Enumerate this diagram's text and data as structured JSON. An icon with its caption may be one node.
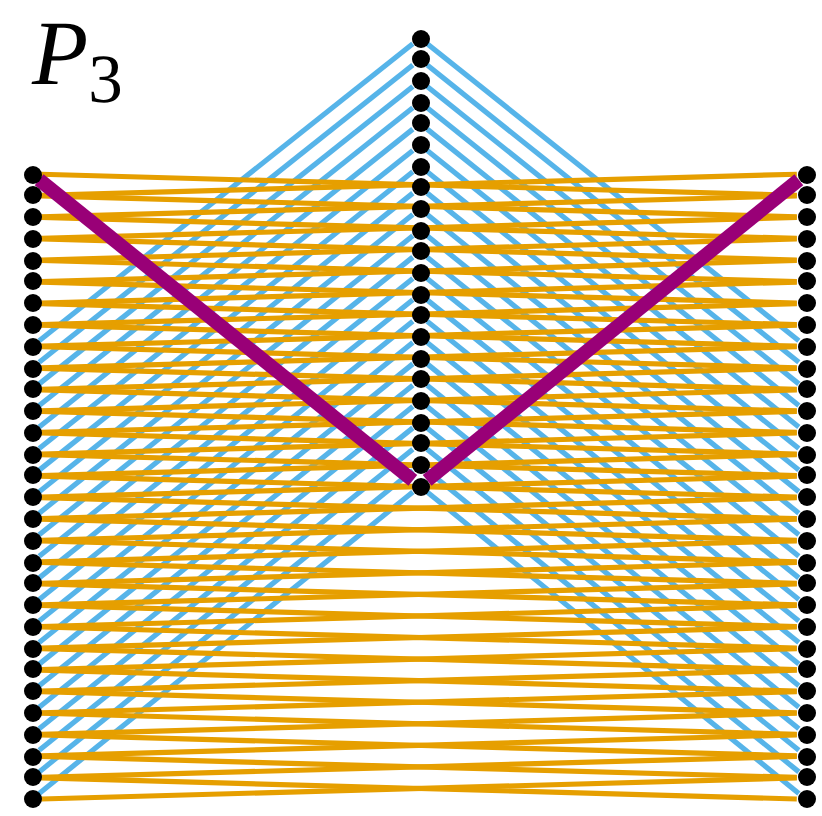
{
  "diagram": {
    "title": "*P*$_{3}$",
    "nodes": [
      {
        "text": [],
        "shape": "circle"
      },
      {
        "text": [],
        "shape": "circle"
      },
      {
        "text": [],
        "shape": "circle"
      },
      {
        "text": [],
        "shape": "circle"
      },
      {
        "text": [],
        "shape": "circle"
      },
      {
        "text": [],
        "shape": "circle"
      },
      {
        "text": [],
        "shape": "circle"
      },
      {
        "text": [],
        "shape": "circle"
      },
      {
        "text": [],
        "shape": "circle"
      },
      {
        "text": [],
        "shape": "circle"
      },
      {
        "text": [],
        "shape": "circle"
      },
      {
        "text": [],
        "shape": "circle"
      },
      {
        "text": [],
        "shape": "circle"
      },
      {
        "text": [],
        "shape": "circle"
      },
      {
        "text": [],
        "shape": "circle"
      },
      {
        "text": [],
        "shape": "circle"
      },
      {
        "text": [],
        "shape": "circle"
      },
      {
        "text": [],
        "shape": "circle"
      },
      {
        "text": [],
        "shape": "circle"
      },
      {
        "text": [],
        "shape": "circle"
      },
      {
        "text": [],
        "shape": "circle"
      },
      {
        "text": [],
        "shape": "circle"
      },
      {
        "text": [],
        "shape": "circle"
      },
      {
        "text": [],
        "shape": "circle"
      },
      {
        "text": [],
        "shape": "circle"
      },
      {
        "text": [],
        "shape": "circle"
      },
      {
        "text": [],
        "shape": "circle"
      },
      {
        "text": [],
        "shape": "circle"
      },
      {
        "text": [],
        "shape": "circle"
      },
      {
        "text": [],
        "shape": "circle"
      },
      {
        "text": [],
        "shape": "circle"
      },
      {
        "text": [],
        "shape": "circle"
      },
      {
        "text": [],
        "shape": "circle"
      },
      {
        "text": [],
        "shape": "circle"
      },
      {
        "text": [],
        "shape": "circle"
      },
      {
        "text": [],
        "shape": "circle"
      },
      {
        "text": [],
        "shape": "circle"
      },
      {
        "text": [],
        "shape": "circle"
      },
      {
        "text": [],
        "shape": "circle"
      },
      {
        "text": [],
        "shape": "circle"
      },
      {
        "text": [],
        "shape": "circle"
      },
      {
        "text": [],
        "shape": "circle"
      },
      {
        "text": [],
        "shape": "circle"
      },
      {
        "text": [],
        "shape": "circle"
      },
      {
        "text": [],
        "shape": "circle"
      },
      {
        "text": [],
        "shape": "circle"
      },
      {
        "text": [],
        "shape": "circle"
      },
      {
        "text": [],
        "shape": "circle"
      },
      {
        "text": [],
        "shape": "circle"
      },
      {
        "text": [],
        "shape": "circle"
      },
      {
        "text": [],
        "shape": "circle"
      },
      {
        "text": [],
        "shape": "circle"
      },
      {
        "text": [],
        "shape": "circle"
      },
      {
        "text": [],
        "shape": "circle"
      },
      {
        "text": [],
        "shape": "circle"
      },
      {
        "text": [],
        "shape": "circle"
      },
      {
        "text": [],
        "shape": "circle"
      },
      {
        "text": [],
        "shape": "circle"
      },
      {
        "text": [],
        "shape": "circle"
      },
      {
        "text": [],
        "shape": "circle"
      },
      {
        "text": [],
        "shape": "circle"
      },
      {
        "text": [],
        "shape": "circle"
      },
      {
        "text": [],
        "shape": "circle"
      },
      {
        "text": [],
        "shape": "circle"
      },
      {
        "text": [],
        "shape": "circle"
      },
      {
        "text": [],
        "shape": "circle"
      },
      {
        "text": [],
        "shape": "circle"
      },
      {
        "text": [],
        "shape": "circle"
      },
      {
        "text": [],
        "shape": "circle"
      },
      {
        "text": [],
        "shape": "circle"
      },
      {
        "text": [],
        "shape": "circle"
      },
      {
        "text": [],
        "shape": "circle"
      },
      {
        "text": [],
        "shape": "circle"
      },
      {
        "text": [],
        "shape": "circle"
      },
      {
        "text": [],
        "shape": "circle"
      },
      {
        "text": [],
        "shape": "circle"
      },
      {
        "text": [],
        "shape": "circle"
      },
      {
        "text": [],
        "shape": "circle"
      },
      {
        "text": [],
        "shape": "circle"
      },
      {
        "text": [],
        "shape": "circle"
      },
      {
        "text": [],
        "shape": "circle"
      },
      {
        "text": [],
        "shape": "circle"
      }
    ],
    "edges": [
      {
        "from": 30,
        "to": 8,
        "arrow": "none",
        "color": "#56b4e9"
      },
      {
        "from": 30,
        "to": 60,
        "arrow": "none",
        "color": "#56b4e9"
      },
      {
        "from": 31,
        "to": 9,
        "arrow": "none",
        "color": "#56b4e9"
      },
      {
        "from": 31,
        "to": 61,
        "arrow": "none",
        "color": "#56b4e9"
      },
      {
        "from": 32,
        "to": 10,
        "arrow": "none",
        "color": "#56b4e9"
      },
      {
        "from": 32,
        "to": 62,
        "arrow": "none",
        "color": "#56b4e9"
      },
      {
        "from": 33,
        "to": 11,
        "arrow": "none",
        "color": "#56b4e9"
      },
      {
        "from": 33,
        "to": 63,
        "arrow": "none",
        "color": "#56b4e9"
      },
      {
        "from": 34,
        "to": 12,
        "arrow": "none",
        "color": "#56b4e9"
      },
      {
        "from": 34,
        "to": 64,
        "arrow": "none",
        "color": "#56b4e9"
      },
      {
        "from": 35,
        "to": 13,
        "arrow": "none",
        "color": "#56b4e9"
      },
      {
        "from": 35,
        "to": 65,
        "arrow": "none",
        "color": "#56b4e9"
      },
      {
        "from": 36,
        "to": 14,
        "arrow": "none",
        "color": "#56b4e9"
      },
      {
        "from": 36,
        "to": 66,
        "arrow": "none",
        "color": "#56b4e9"
      },
      {
        "from": 37,
        "to": 15,
        "arrow": "none",
        "color": "#56b4e9"
      },
      {
        "from": 37,
        "to": 67,
        "arrow": "none",
        "color": "#56b4e9"
      },
      {
        "from": 38,
        "to": 16,
        "arrow": "none",
        "color": "#56b4e9"
      },
      {
        "from": 38,
        "to": 68,
        "arrow": "none",
        "color": "#56b4e9"
      },
      {
        "from": 39,
        "to": 17,
        "arrow": "none",
        "color": "#56b4e9"
      },
      {
        "from": 39,
        "to": 69,
        "arrow": "none",
        "color": "#56b4e9"
      },
      {
        "from": 40,
        "to": 18,
        "arrow": "none",
        "color": "#56b4e9"
      },
      {
        "from": 40,
        "to": 70,
        "arrow": "none",
        "color": "#56b4e9"
      },
      {
        "from": 41,
        "to": 19,
        "arrow": "none",
        "color": "#56b4e9"
      },
      {
        "from": 41,
        "to": 71,
        "arrow": "none",
        "color": "#56b4e9"
      },
      {
        "from": 42,
        "to": 20,
        "arrow": "none",
        "color": "#56b4e9"
      },
      {
        "from": 42,
        "to": 72,
        "arrow": "none",
        "color": "#56b4e9"
      },
      {
        "from": 43,
        "to": 21,
        "arrow": "none",
        "color": "#56b4e9"
      },
      {
        "from": 43,
        "to": 73,
        "arrow": "none",
        "color": "#56b4e9"
      },
      {
        "from": 44,
        "to": 22,
        "arrow": "none",
        "color": "#56b4e9"
      },
      {
        "from": 44,
        "to": 74,
        "arrow": "none",
        "color": "#56b4e9"
      },
      {
        "from": 45,
        "to": 23,
        "arrow": "none",
        "color": "#56b4e9"
      },
      {
        "from": 45,
        "to": 75,
        "arrow": "none",
        "color": "#56b4e9"
      },
      {
        "from": 46,
        "to": 24,
        "arrow": "none",
        "color": "#56b4e9"
      },
      {
        "from": 46,
        "to": 76,
        "arrow": "none",
        "color": "#56b4e9"
      },
      {
        "from": 47,
        "to": 25,
        "arrow": "none",
        "color": "#56b4e9"
      },
      {
        "from": 47,
        "to": 77,
        "arrow": "none",
        "color": "#56b4e9"
      },
      {
        "from": 48,
        "to": 26,
        "arrow": "none",
        "color": "#56b4e9"
      },
      {
        "from": 48,
        "to": 78,
        "arrow": "none",
        "color": "#56b4e9"
      },
      {
        "from": 49,
        "to": 27,
        "arrow": "none",
        "color": "#56b4e9"
      },
      {
        "from": 49,
        "to": 79,
        "arrow": "none",
        "color": "#56b4e9"
      },
      {
        "from": 50,
        "to": 28,
        "arrow": "none",
        "color": "#56b4e9"
      },
      {
        "from": 50,
        "to": 80,
        "arrow": "none",
        "color": "#56b4e9"
      },
      {
        "from": 51,
        "to": 29,
        "arrow": "none",
        "color": "#56b4e9"
      },
      {
        "from": 51,
        "to": 81,
        "arrow": "none",
        "color": "#56b4e9"
      },
      {
        "from": 0,
        "to": 53,
        "arrow": "none"
      },
      {
        "from": 1,
        "to": 52,
        "arrow": "none"
      },
      {
        "from": 1,
        "to": 54,
        "arrow": "none"
      },
      {
        "from": 2,
        "to": 53,
        "arrow": "none"
      },
      {
        "from": 2,
        "to": 55,
        "arrow": "none"
      },
      {
        "from": 3,
        "to": 54,
        "arrow": "none"
      },
      {
        "from": 3,
        "to": 56,
        "arrow": "none"
      },
      {
        "from": 4,
        "to": 55,
        "arrow": "none"
      },
      {
        "from": 4,
        "to": 57,
        "arrow": "none"
      },
      {
        "from": 5,
        "to": 56,
        "arrow": "none"
      },
      {
        "from": 5,
        "to": 58,
        "arrow": "none"
      },
      {
        "from": 6,
        "to": 57,
        "arrow": "none"
      },
      {
        "from": 6,
        "to": 59,
        "arrow": "none"
      },
      {
        "from": 7,
        "to": 58,
        "arrow": "none"
      },
      {
        "from": 7,
        "to": 60,
        "arrow": "none"
      },
      {
        "from": 8,
        "to": 59,
        "arrow": "none"
      },
      {
        "from": 8,
        "to": 61,
        "arrow": "none"
      },
      {
        "from": 9,
        "to": 60,
        "arrow": "none"
      },
      {
        "from": 9,
        "to": 62,
        "arrow": "none"
      },
      {
        "from": 10,
        "to": 61,
        "arrow": "none"
      },
      {
        "from": 10,
        "to": 63,
        "arrow": "none"
      },
      {
        "from": 11,
        "to": 62,
        "arrow": "none"
      },
      {
        "from": 11,
        "to": 64,
        "arrow": "none"
      },
      {
        "from": 12,
        "to": 63,
        "arrow": "none"
      },
      {
        "from": 12,
        "to": 65,
        "arrow": "none"
      },
      {
        "from": 13,
        "to": 64,
        "arrow": "none"
      },
      {
        "from": 13,
        "to": 66,
        "arrow": "none"
      },
      {
        "from": 14,
        "to": 65,
        "arrow": "none"
      },
      {
        "from": 14,
        "to": 67,
        "arrow": "none"
      },
      {
        "from": 15,
        "to": 66,
        "arrow": "none"
      },
      {
        "from": 15,
        "to": 68,
        "arrow": "none"
      },
      {
        "from": 16,
        "to": 67,
        "arrow": "none"
      },
      {
        "from": 16,
        "to": 69,
        "arrow": "none"
      },
      {
        "from": 17,
        "to": 68,
        "arrow": "none"
      },
      {
        "from": 17,
        "to": 70,
        "arrow": "none"
      },
      {
        "from": 18,
        "to": 69,
        "arrow": "none"
      },
      {
        "from": 18,
        "to": 71,
        "arrow": "none"
      },
      {
        "from": 19,
        "to": 70,
        "arrow": "none"
      },
      {
        "from": 19,
        "to": 72,
        "arrow": "none"
      },
      {
        "from": 20,
        "to": 71,
        "arrow": "none"
      },
      {
        "from": 20,
        "to": 73,
        "arrow": "none"
      },
      {
        "from": 21,
        "to": 72,
        "arrow": "none"
      },
      {
        "from": 21,
        "to": 74,
        "arrow": "none"
      },
      {
        "from": 22,
        "to": 73,
        "arrow": "none"
      },
      {
        "from": 22,
        "to": 75,
        "arrow": "none"
      },
      {
        "from": 23,
        "to": 74,
        "arrow": "none"
      },
      {
        "from": 23,
        "to": 76,
        "arrow": "none"
      },
      {
        "from": 24,
        "to": 75,
        "arrow": "none"
      },
      {
        "from": 24,
        "to": 77,
        "arrow": "none"
      },
      {
        "from": 25,
        "to": 76,
        "arrow": "none"
      },
      {
        "from": 25,
        "to": 78,
        "arrow": "none"
      },
      {
        "from": 26,
        "to": 77,
        "arrow": "none"
      },
      {
        "from": 26,
        "to": 79,
        "arrow": "none"
      },
      {
        "from": 27,
        "to": 78,
        "arrow": "none"
      },
      {
        "from": 27,
        "to": 80,
        "arrow": "none"
      },
      {
        "from": 28,
        "to": 79,
        "arrow": "none"
      },
      {
        "from": 28,
        "to": 81,
        "arrow": "none"
      },
      {
        "from": 29,
        "to": 80,
        "arrow": "none"
      },
      {
        "from": 0,
        "to": 51,
        "arrow": "none",
        "style": "thick",
        "color": "#990077"
      },
      {
        "from": 51,
        "to": 52,
        "arrow": "none",
        "style": "thick",
        "color": "#990077"
      }
    ]
  }
}
